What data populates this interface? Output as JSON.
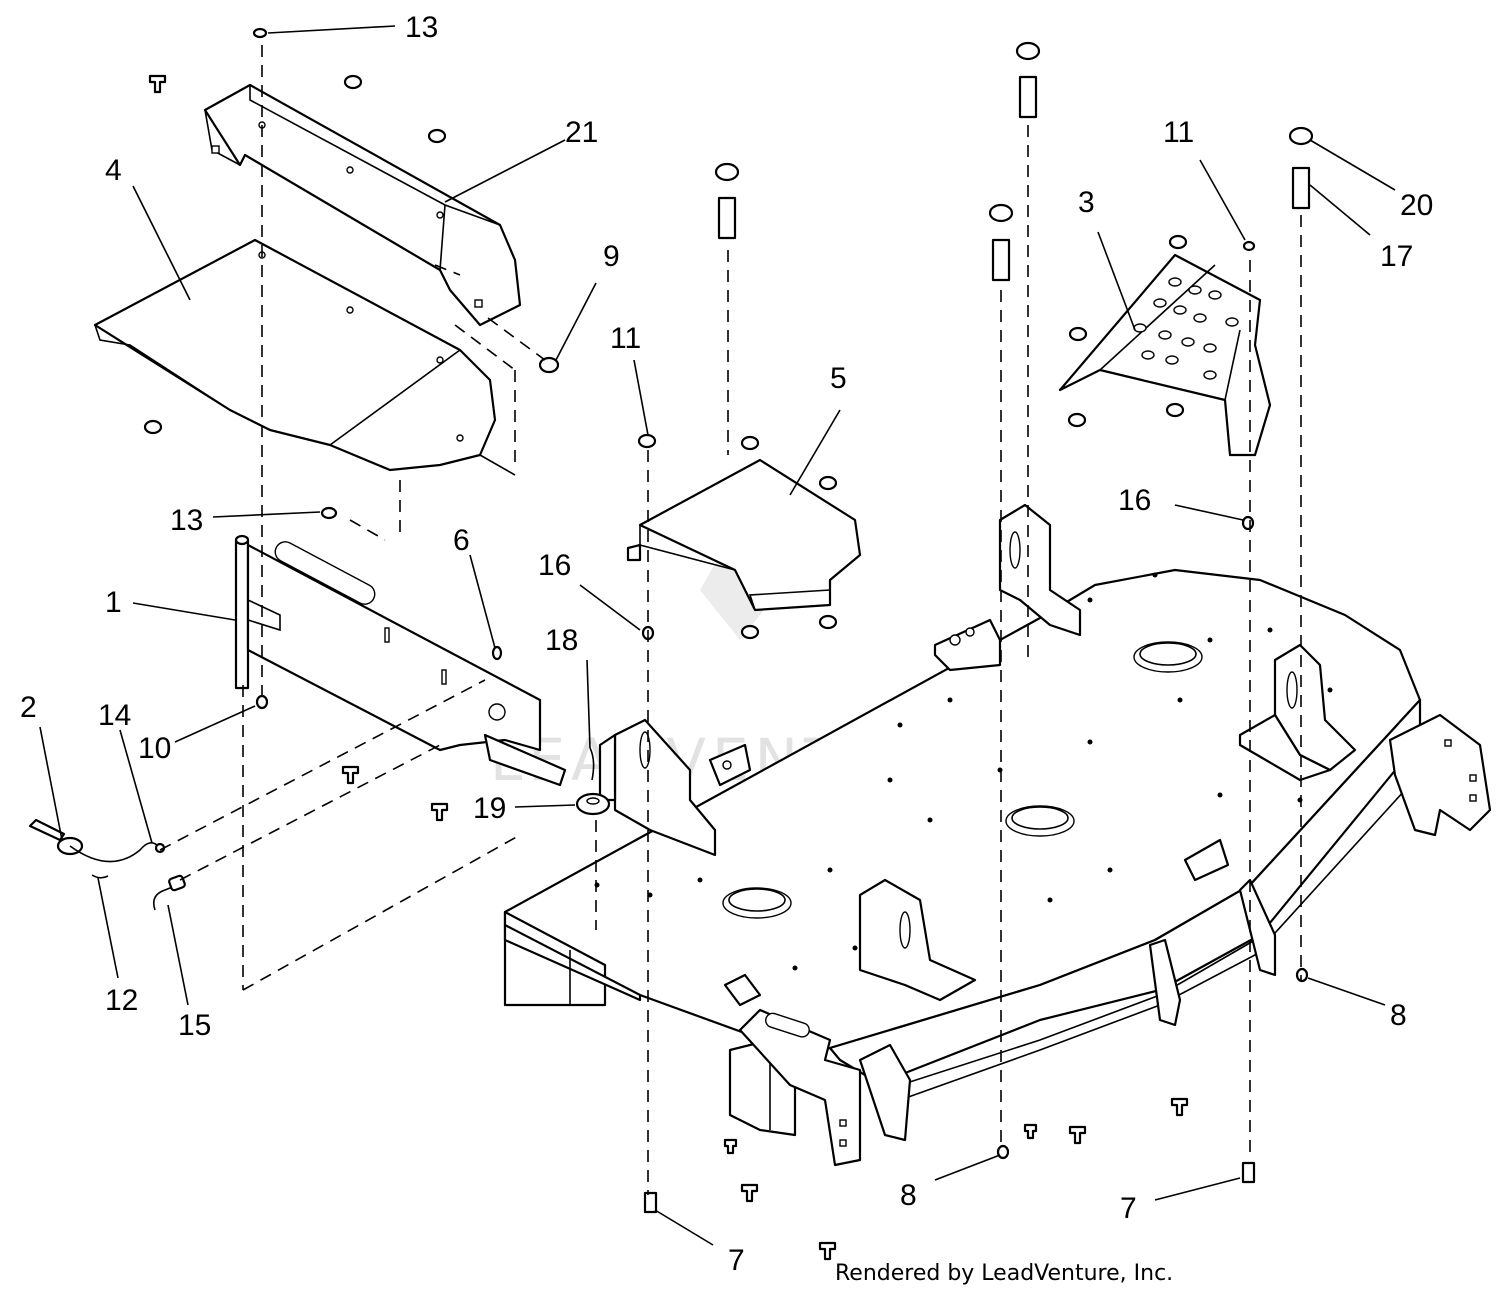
{
  "callouts": [
    {
      "id": "c13a",
      "label": "13"
    },
    {
      "id": "c21",
      "label": "21"
    },
    {
      "id": "c4",
      "label": "4"
    },
    {
      "id": "c9",
      "label": "9"
    },
    {
      "id": "c11a",
      "label": "11"
    },
    {
      "id": "c11b",
      "label": "11"
    },
    {
      "id": "c3",
      "label": "3"
    },
    {
      "id": "c20",
      "label": "20"
    },
    {
      "id": "c17",
      "label": "17"
    },
    {
      "id": "c5",
      "label": "5"
    },
    {
      "id": "c13b",
      "label": "13"
    },
    {
      "id": "c6",
      "label": "6"
    },
    {
      "id": "c16a",
      "label": "16"
    },
    {
      "id": "c16b",
      "label": "16"
    },
    {
      "id": "c1",
      "label": "1"
    },
    {
      "id": "c18",
      "label": "18"
    },
    {
      "id": "c2",
      "label": "2"
    },
    {
      "id": "c14",
      "label": "14"
    },
    {
      "id": "c10",
      "label": "10"
    },
    {
      "id": "c19",
      "label": "19"
    },
    {
      "id": "c12",
      "label": "12"
    },
    {
      "id": "c15",
      "label": "15"
    },
    {
      "id": "c8a",
      "label": "8"
    },
    {
      "id": "c8b",
      "label": "8"
    },
    {
      "id": "c7a",
      "label": "7"
    },
    {
      "id": "c7b",
      "label": "7"
    }
  ],
  "watermark": "LEADVENTURE",
  "credit": "Rendered by LeadVenture, Inc."
}
